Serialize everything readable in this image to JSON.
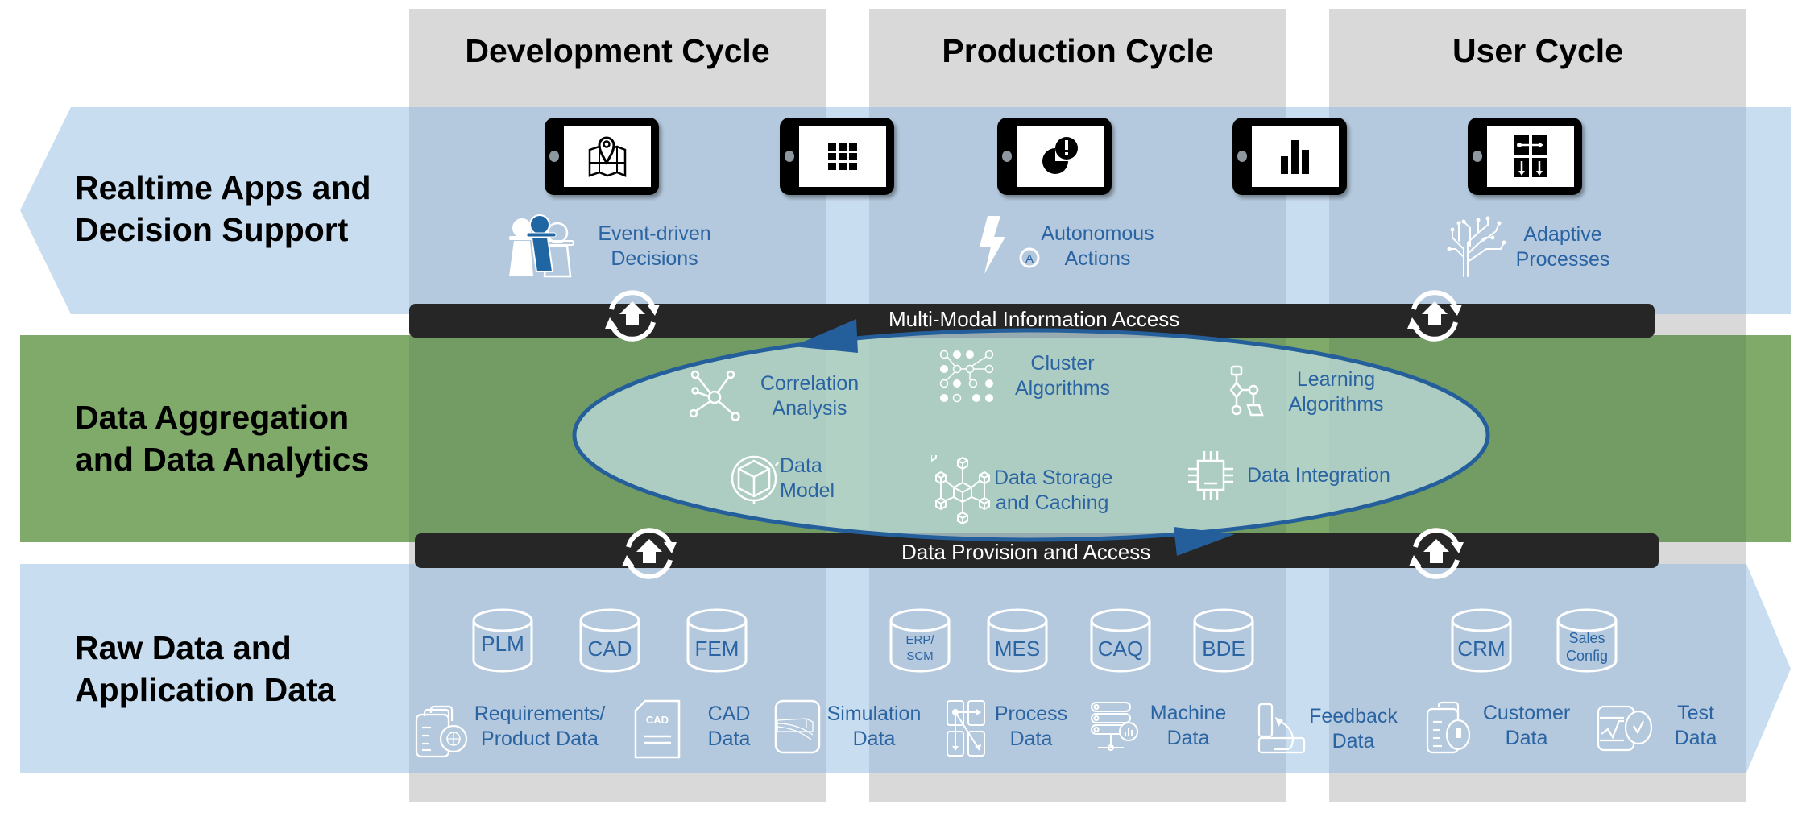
{
  "columns": [
    {
      "title": "Development Cycle"
    },
    {
      "title": "Production Cycle"
    },
    {
      "title": "User Cycle"
    }
  ],
  "layers": [
    {
      "label_line1": "Realtime Apps and",
      "label_line2": "Decision Support"
    },
    {
      "label_line1": "Data Aggregation",
      "label_line2": "and Data Analytics"
    },
    {
      "label_line1": "Raw Data and",
      "label_line2": "Application Data"
    }
  ],
  "apps": {
    "tablets": [
      {
        "icon": "map-pin-icon"
      },
      {
        "icon": "app-grid-icon"
      },
      {
        "icon": "pie-alert-icon"
      },
      {
        "icon": "bar-chart-icon"
      },
      {
        "icon": "flow-diagram-icon"
      }
    ],
    "capabilities": [
      {
        "icon": "pawns-icon",
        "line1": "Event-driven",
        "line2": "Decisions"
      },
      {
        "icon": "lightning-auto-icon",
        "line1": "Autonomous",
        "line2": "Actions"
      },
      {
        "icon": "circuit-tree-icon",
        "line1": "Adaptive",
        "line2": "Processes"
      }
    ]
  },
  "bars": {
    "top": "Multi-Modal Information Access",
    "bottom": "Data Provision and Access"
  },
  "analytics": [
    {
      "icon": "correlation-network-icon",
      "line1": "Correlation",
      "line2": "Analysis"
    },
    {
      "icon": "cluster-dots-icon",
      "line1": "Cluster",
      "line2": "Algorithms"
    },
    {
      "icon": "flowchart-icon",
      "line1": "Learning",
      "line2": "Algorithms"
    },
    {
      "icon": "cube-model-icon",
      "line1": "Data",
      "line2": "Model"
    },
    {
      "icon": "cube-network-icon",
      "line1": "Data Storage",
      "line2": "and Caching"
    },
    {
      "icon": "chip-icon",
      "line1": "Data Integration",
      "line2": ""
    }
  ],
  "databases": [
    {
      "line1": "PLM",
      "line2": ""
    },
    {
      "line1": "CAD",
      "line2": ""
    },
    {
      "line1": "FEM",
      "line2": ""
    },
    {
      "line1": "ERP/",
      "line2": "SCM"
    },
    {
      "line1": "MES",
      "line2": ""
    },
    {
      "line1": "CAQ",
      "line2": ""
    },
    {
      "line1": "BDE",
      "line2": ""
    },
    {
      "line1": "CRM",
      "line2": ""
    },
    {
      "line1": "Sales",
      "line2": "Config"
    }
  ],
  "data_items": [
    {
      "icon": "document-globe-icon",
      "line1": "Requirements/",
      "line2": "Product Data"
    },
    {
      "icon": "cad-file-icon",
      "icon_text": "CAD",
      "line1": "CAD",
      "line2": "Data"
    },
    {
      "icon": "simulation-beam-icon",
      "line1": "Simulation",
      "line2": "Data"
    },
    {
      "icon": "process-arrows-icon",
      "line1": "Process",
      "line2": "Data"
    },
    {
      "icon": "server-stack-icon",
      "line1": "Machine",
      "line2": "Data"
    },
    {
      "icon": "feedback-loop-icon",
      "line1": "Feedback",
      "line2": "Data"
    },
    {
      "icon": "document-phone-icon",
      "line1": "Customer",
      "line2": "Data"
    },
    {
      "icon": "test-check-icon",
      "line1": "Test",
      "line2": "Data"
    }
  ],
  "colors": {
    "band_blue": "#c9ddf0",
    "band_green": "#80aa69",
    "column_gray": "#d9d9d9",
    "text_blue": "#2b64a3",
    "ellipse_stroke": "#245f9c",
    "ellipse_fill": "#a5c6c5",
    "bar_black": "#262626"
  }
}
